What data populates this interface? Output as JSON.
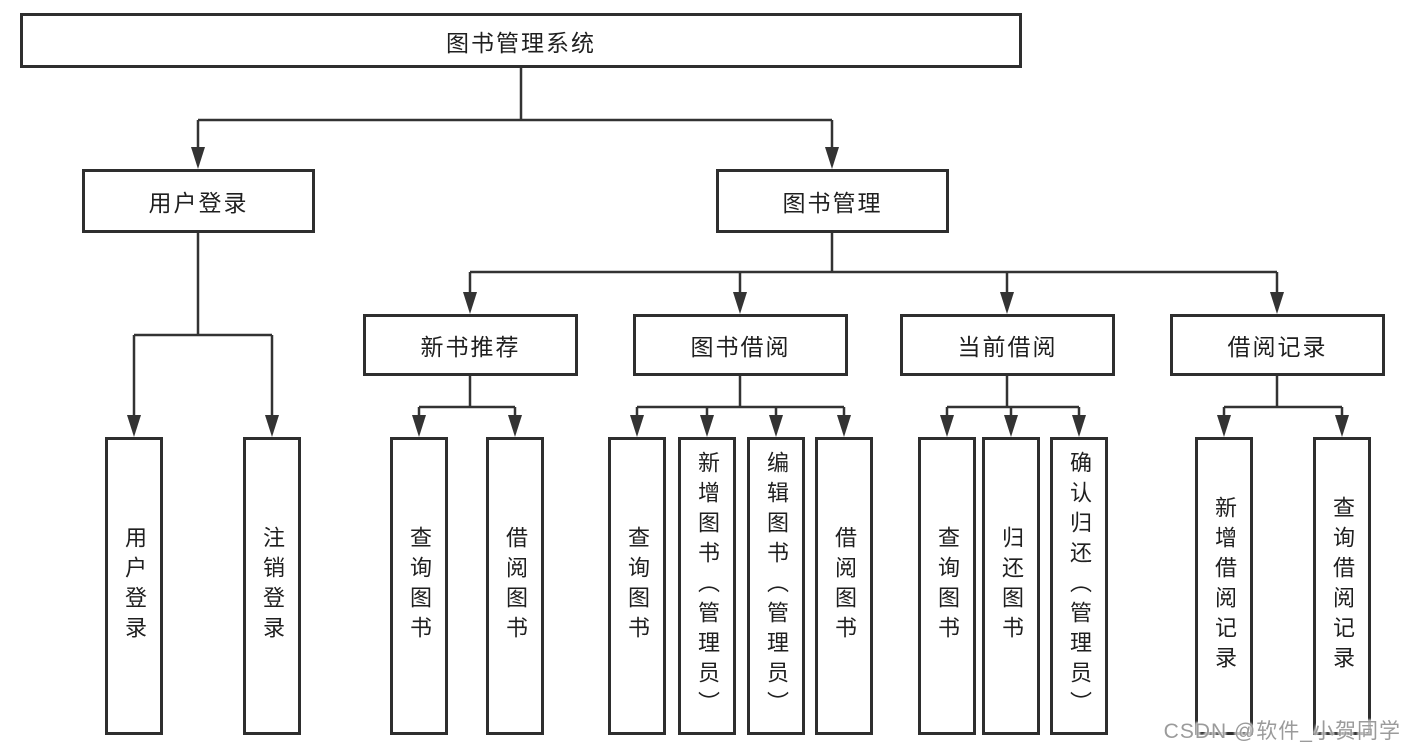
{
  "tree": {
    "root": "图书管理系统",
    "branches": [
      {
        "label": "用户登录",
        "children": [
          "用户登录",
          "注销登录"
        ]
      },
      {
        "label": "图书管理",
        "children": [
          {
            "label": "新书推荐",
            "children": [
              "查询图书",
              "借阅图书"
            ]
          },
          {
            "label": "图书借阅",
            "children": [
              "查询图书",
              "新增图书（管理员）",
              "编辑图书（管理员）",
              "借阅图书"
            ]
          },
          {
            "label": "当前借阅",
            "children": [
              "查询图书",
              "归还图书",
              "确认归还（管理员）"
            ]
          },
          {
            "label": "借阅记录",
            "children": [
              "新增借阅记录",
              "查询借阅记录"
            ]
          }
        ]
      }
    ]
  },
  "watermark": {
    "text": "CSDN @软件_小贺同学"
  },
  "colors": {
    "line": "#333333",
    "box_border": "#2e2e2e",
    "text": "#1f1f1f",
    "watermark_text": "#9b9b9b",
    "background": "#ffffff"
  }
}
